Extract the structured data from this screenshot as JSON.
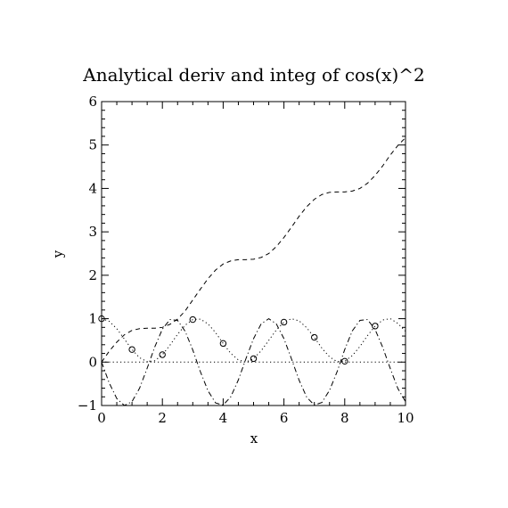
{
  "chart_data": {
    "type": "line",
    "title": "Analytical deriv and integ of cos(x)^2",
    "xlabel": "x",
    "ylabel": "y",
    "xlim": [
      0,
      10
    ],
    "ylim": [
      -1,
      6
    ],
    "x_ticks": [
      "0",
      "2",
      "4",
      "6",
      "8",
      "10"
    ],
    "y_ticks": [
      "−1",
      "0",
      "1",
      "2",
      "3",
      "4",
      "5",
      "6"
    ],
    "grid": false,
    "legend": "none",
    "series": [
      {
        "style": "markers",
        "marker": "open-circle",
        "x": [
          0,
          1,
          2,
          3,
          4,
          5,
          6,
          7,
          8,
          9
        ],
        "y": [
          1.0,
          0.29,
          0.17,
          0.98,
          0.43,
          0.08,
          0.92,
          0.57,
          0.02,
          0.83
        ]
      },
      {
        "style": "dotted",
        "x": [
          0,
          0.25,
          0.5,
          0.75,
          1,
          1.25,
          1.5,
          1.75,
          2,
          2.25,
          2.5,
          2.75,
          3,
          3.25,
          3.5,
          3.75,
          4,
          4.25,
          4.5,
          4.75,
          5,
          5.25,
          5.5,
          5.75,
          6,
          6.25,
          6.5,
          6.75,
          7,
          7.25,
          7.5,
          7.75,
          8,
          8.25,
          8.5,
          8.75,
          9,
          9.25,
          9.5,
          9.75,
          10
        ],
        "y": [
          1.0,
          0.94,
          0.77,
          0.53,
          0.29,
          0.1,
          0.01,
          0.03,
          0.17,
          0.39,
          0.64,
          0.85,
          0.98,
          0.99,
          0.88,
          0.68,
          0.43,
          0.2,
          0.05,
          0.0,
          0.08,
          0.26,
          0.5,
          0.74,
          0.92,
          1.0,
          0.95,
          0.79,
          0.57,
          0.32,
          0.12,
          0.01,
          0.02,
          0.15,
          0.36,
          0.61,
          0.83,
          0.97,
          1.0,
          0.89,
          0.71
        ]
      },
      {
        "style": "dotted",
        "x": [
          0,
          10
        ],
        "y": [
          0,
          0
        ]
      },
      {
        "style": "dash-dot",
        "x": [
          0,
          0.25,
          0.5,
          0.75,
          1,
          1.25,
          1.5,
          1.75,
          2,
          2.25,
          2.5,
          2.75,
          3,
          3.25,
          3.5,
          3.75,
          4,
          4.25,
          4.5,
          4.75,
          5,
          5.25,
          5.5,
          5.75,
          6,
          6.25,
          6.5,
          6.75,
          7,
          7.25,
          7.5,
          7.75,
          8,
          8.25,
          8.5,
          8.75,
          9,
          9.25,
          9.5,
          9.75,
          10
        ],
        "y": [
          0.0,
          -0.48,
          -0.84,
          -1.0,
          -0.91,
          -0.6,
          -0.14,
          0.35,
          0.76,
          0.98,
          0.96,
          0.71,
          0.28,
          -0.22,
          -0.66,
          -0.94,
          -0.99,
          -0.8,
          -0.41,
          0.08,
          0.54,
          0.88,
          1.0,
          0.88,
          0.54,
          0.07,
          -0.42,
          -0.81,
          -0.99,
          -0.93,
          -0.65,
          -0.22,
          0.29,
          0.72,
          0.96,
          0.98,
          0.75,
          0.34,
          -0.15,
          -0.61,
          -0.91
        ]
      },
      {
        "style": "dashed",
        "x": [
          0,
          0.25,
          0.5,
          0.75,
          1,
          1.25,
          1.5,
          1.75,
          2,
          2.25,
          2.5,
          2.75,
          3,
          3.25,
          3.5,
          3.75,
          4,
          4.25,
          4.5,
          4.75,
          5,
          5.25,
          5.5,
          5.75,
          6,
          6.25,
          6.5,
          6.75,
          7,
          7.25,
          7.5,
          7.75,
          8,
          8.25,
          8.5,
          8.75,
          9,
          9.25,
          9.5,
          9.75,
          10
        ],
        "y": [
          0.0,
          0.25,
          0.46,
          0.63,
          0.73,
          0.77,
          0.78,
          0.78,
          0.8,
          0.87,
          0.99,
          1.18,
          1.43,
          1.68,
          1.92,
          2.12,
          2.26,
          2.33,
          2.36,
          2.36,
          2.37,
          2.41,
          2.5,
          2.66,
          2.87,
          3.11,
          3.36,
          3.58,
          3.75,
          3.86,
          3.91,
          3.92,
          3.92,
          3.94,
          4.0,
          4.12,
          4.3,
          4.52,
          4.77,
          4.99,
          5.17
        ]
      }
    ]
  }
}
